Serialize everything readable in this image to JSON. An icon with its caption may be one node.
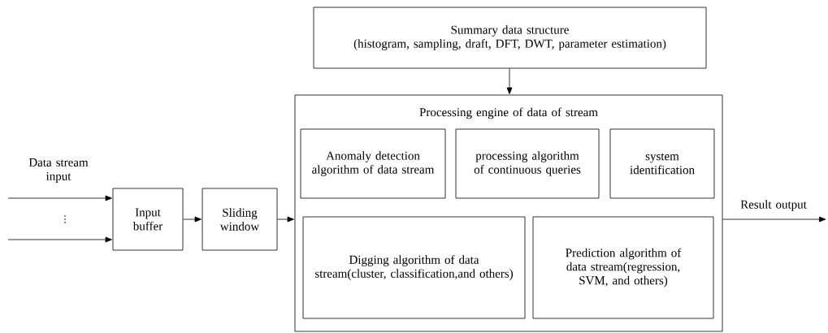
{
  "diagram": {
    "nodes": [
      {
        "text": [
          "Summary data structure",
          "(histogram, sampling, draft, DFT, DWT, parameter estimation)"
        ]
      },
      {
        "text": [
          "Processing engine of data of stream"
        ]
      },
      {
        "text": [
          "Anomaly detection algorithm of  data stream"
        ],
        "in": 1
      },
      {
        "text": [
          "processing algorithm of continuous queries"
        ],
        "in": 1
      },
      {
        "text": [
          "system identification"
        ],
        "in": 1
      },
      {
        "text": [
          "Digging algorithm of  data stream(cluster, classification,and others)"
        ],
        "in": 1
      },
      {
        "text": [
          "Prediction algorithm of data stream(regression, SVM, and others)"
        ],
        "in": 1
      },
      {
        "text": [
          "Input buffer"
        ]
      },
      {
        "text": [
          "Sliding window"
        ]
      }
    ],
    "edges": [
      {
        "from": null,
        "to": 7,
        "arrow": "to",
        "label": "Data stream input"
      },
      {
        "from": null,
        "to": 7,
        "arrow": "to"
      },
      {
        "from": 7,
        "to": 8,
        "arrow": "to"
      },
      {
        "from": 8,
        "to": 1,
        "arrow": "to"
      },
      {
        "from": 0,
        "to": 1,
        "arrow": "to"
      },
      {
        "from": 1,
        "to": null,
        "arrow": "to",
        "label": "Result output"
      }
    ],
    "labels": [
      "⋮"
    ]
  }
}
